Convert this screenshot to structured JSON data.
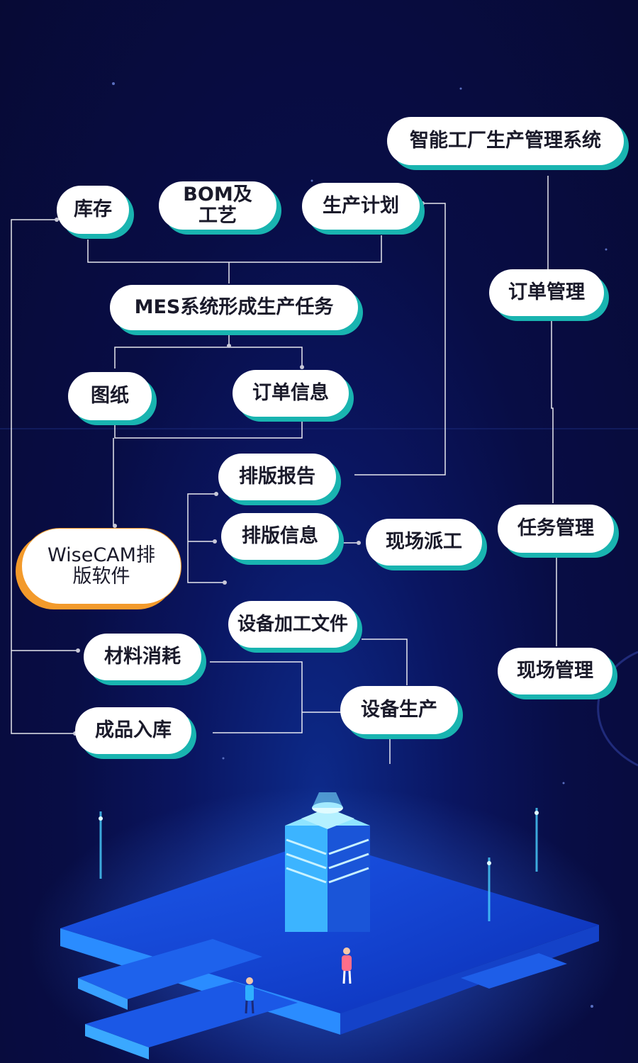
{
  "nodes": {
    "smart_factory": "智能工厂生产管理系统",
    "inventory": "库存",
    "bom_line1": "BOM及",
    "bom_line2": "工艺",
    "production_plan": "生产计划",
    "order_management": "订单管理",
    "mes_task": "MES系统形成生产任务",
    "drawing": "图纸",
    "order_info": "订单信息",
    "nesting_report": "排版报告",
    "nesting_info": "排版信息",
    "onsite_dispatch": "现场派工",
    "task_management": "任务管理",
    "wisecam_line1": "WiseCAM排",
    "wisecam_line2": "版软件",
    "equipment_file": "设备加工文件",
    "material_consumption": "材料消耗",
    "onsite_management": "现场管理",
    "equipment_production": "设备生产",
    "finished_storage": "成品入库"
  },
  "colors": {
    "accent_teal": "#19b4b0",
    "accent_orange": "#f39a2b",
    "connector": "#ffffff",
    "background": "#070a35"
  }
}
